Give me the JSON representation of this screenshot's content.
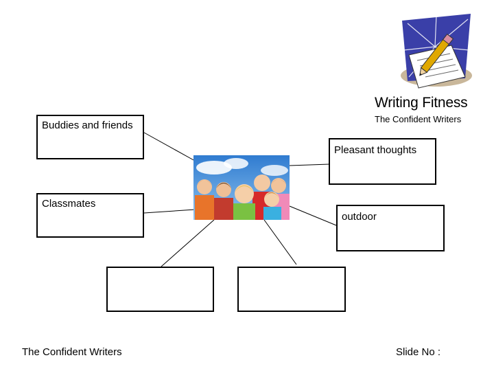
{
  "brand": {
    "title": "Writing Fitness",
    "subtitle": "The Confident Writers"
  },
  "mindmap": {
    "left_boxes": [
      {
        "text": "Buddies and friends"
      },
      {
        "text": "Classmates"
      }
    ],
    "right_boxes": [
      {
        "text": "Pleasant thoughts"
      },
      {
        "text": "outdoor"
      }
    ],
    "bottom_boxes": [
      {
        "text": ""
      },
      {
        "text": ""
      }
    ],
    "center_image": "group-of-smiling-children-photo"
  },
  "footer": {
    "left": "The Confident Writers",
    "right": "Slide No :"
  },
  "colors": {
    "border": "#000000",
    "sky": "#4a8fd6",
    "logo_star": "#3a3fa8"
  }
}
